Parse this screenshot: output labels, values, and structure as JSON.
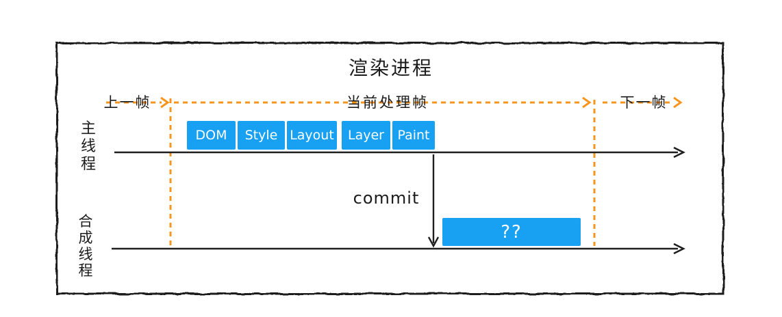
{
  "diagram": {
    "title": "渲染进程",
    "frames": {
      "previous_label": "上一帧",
      "current_label": "当前处理帧",
      "next_label": "下一帧"
    },
    "main_thread": {
      "label": "主线程",
      "stages": [
        "DOM",
        "Style",
        "Layout",
        "Layer",
        "Paint"
      ]
    },
    "commit_label": "commit",
    "compositor_thread": {
      "label": "合成线程",
      "task_label": "??"
    },
    "colors": {
      "task_blue": "#18A0F2",
      "frame_orange": "#F7941D",
      "line_black": "#1E1E1E"
    }
  }
}
